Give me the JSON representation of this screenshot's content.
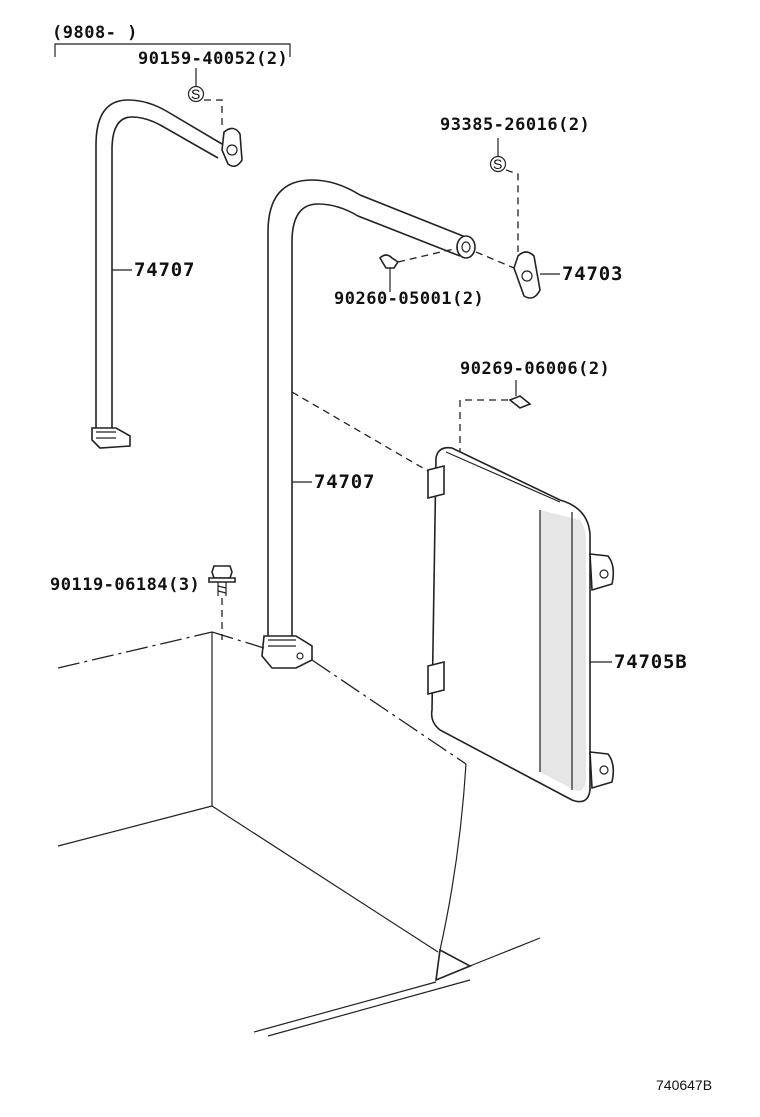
{
  "labels": {
    "date_range": "(9808-    )",
    "clip_9015940052": "90159-40052(2)",
    "screw_9338526016": "93385-26016(2)",
    "bar_upper": "74707",
    "bracket": "74703",
    "pin_9026005001": "90260-05001(2)",
    "clip_9026906006": "90269-06006(2)",
    "bar_lower": "74707",
    "bolt_9011906184": "90119-06184(3)",
    "panel": "74705B",
    "diagram_id": "740647B"
  },
  "symbols": {
    "standard_part_marker": "S"
  }
}
